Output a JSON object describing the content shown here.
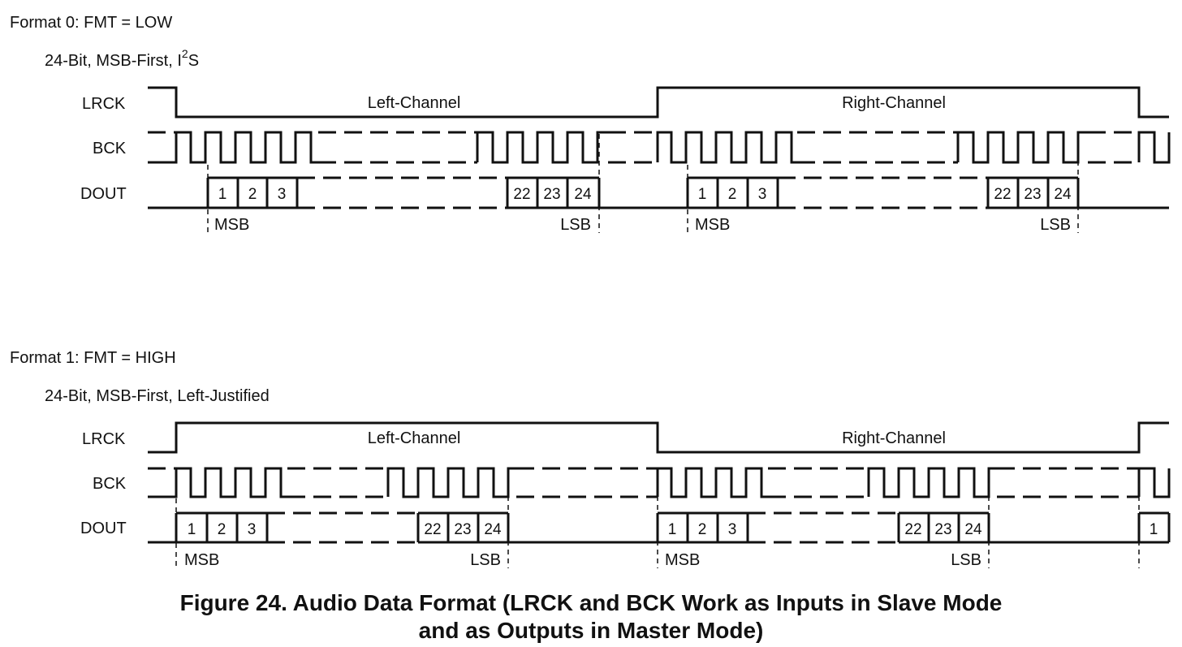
{
  "formats": [
    {
      "title": "Format 0: FMT = LOW",
      "subtitle_pre": "24-Bit, MSB-First, I",
      "subtitle_sup": "2",
      "subtitle_post": "S",
      "signals": {
        "lrck": "LRCK",
        "bck": "BCK",
        "dout": "DOUT"
      },
      "channels": [
        "Left-Channel",
        "Right-Channel"
      ],
      "first_bits": [
        "1",
        "2",
        "3"
      ],
      "last_bits": [
        "22",
        "23",
        "24"
      ],
      "msb": "MSB",
      "lsb": "LSB"
    },
    {
      "title": "Format 1: FMT = HIGH",
      "subtitle": "24-Bit, MSB-First, Left-Justified",
      "signals": {
        "lrck": "LRCK",
        "bck": "BCK",
        "dout": "DOUT"
      },
      "channels": [
        "Left-Channel",
        "Right-Channel"
      ],
      "first_bits": [
        "1",
        "2",
        "3"
      ],
      "last_bits": [
        "22",
        "23",
        "24"
      ],
      "next_bit": "1",
      "msb": "MSB",
      "lsb": "LSB"
    }
  ],
  "caption": {
    "line1": "Figure 24.  Audio Data Format (LRCK and BCK Work as Inputs in Slave Mode",
    "line2": "and as Outputs in Master Mode)"
  }
}
